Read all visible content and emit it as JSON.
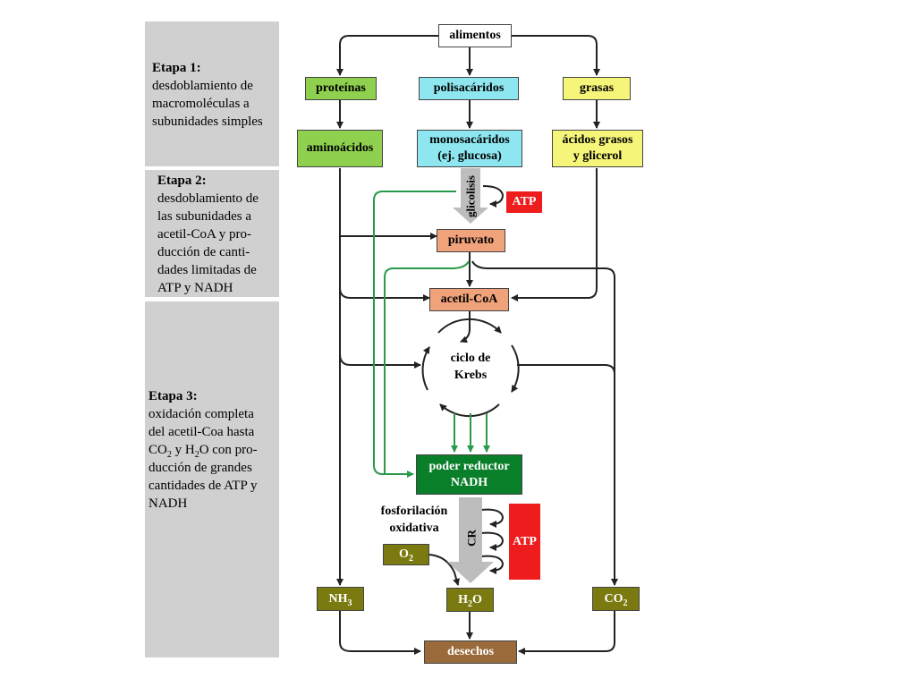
{
  "stages": [
    {
      "title": "Etapa 1:",
      "lines": [
        "desdoblamiento de",
        "macromoléculas a",
        "subunidades simples"
      ]
    },
    {
      "title": "Etapa 2:",
      "lines": [
        "desdoblamiento de",
        "las subunidades a",
        "acetil-CoA y pro-",
        "ducción de canti-",
        "dades limitadas de",
        "ATP y NADH"
      ]
    },
    {
      "title": "Etapa 3:",
      "lines": [
        "oxidación completa",
        "del acetil-Coa hasta"
      ],
      "line3": {
        "a": "CO",
        "b": "2",
        "c": " y H",
        "d": "2",
        "e": "O con pro-"
      },
      "lines_after": [
        "ducción de grandes",
        "cantidades de ATP y",
        "NADH"
      ]
    }
  ],
  "nodes": {
    "alimentos": "alimentos",
    "proteinas": "proteínas",
    "polisacaridos": "polisacáridos",
    "grasas": "grasas",
    "aminoacidos": "aminoácidos",
    "monosacaridos": [
      "monosacáridos",
      "(ej. glucosa)"
    ],
    "acidos": [
      "ácidos grasos",
      "y glicerol"
    ],
    "piruvato": "piruvato",
    "acetil": "acetil-CoA",
    "krebs": [
      "ciclo de",
      "Krebs"
    ],
    "poder": [
      "poder reductor",
      "NADH"
    ],
    "fosfo": [
      "fosforilación",
      "oxidativa"
    ],
    "o2": {
      "base": "O",
      "sub": "2"
    },
    "nh3": {
      "base": "NH",
      "sub": "3"
    },
    "h2o": {
      "a": "H",
      "sub": "2",
      "b": "O"
    },
    "co2": {
      "base": "CO",
      "sub": "2"
    },
    "desechos": "desechos",
    "atp1": "ATP",
    "atp2": "ATP",
    "glicolisis": "glicolisis",
    "cr": "CR"
  },
  "colors": {
    "stage_bg": "#d0d0d0",
    "green_box": "#8fd14f",
    "cyan_box": "#8ee7f0",
    "yellow_box": "#f5f57a",
    "salmon_box": "#f0a27a",
    "dark_green_box": "#0a7f2a",
    "olive_box": "#7a7a10",
    "brown_box": "#9a6a3a",
    "atp_red": "#ee1c1c",
    "green_arrow": "#2a9a4a",
    "gray_arrow": "#bdbdbd"
  }
}
